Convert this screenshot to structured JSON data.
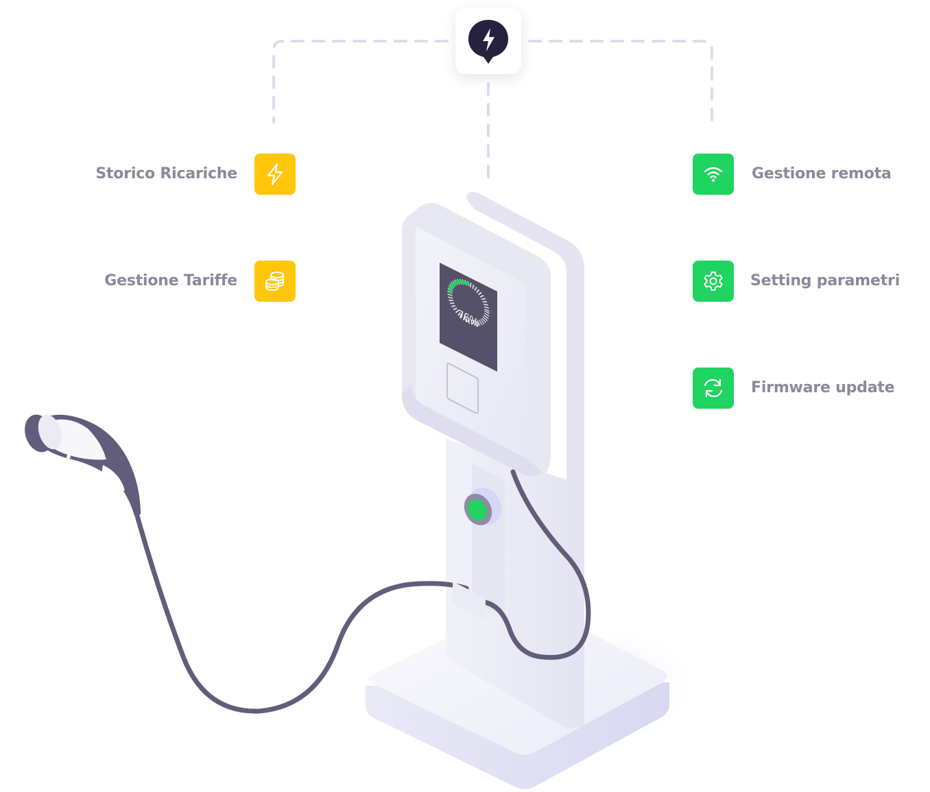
{
  "colors": {
    "yellow": "#FFC60B",
    "green": "#1FD460",
    "label": "#8A8A99",
    "navy": "#24223F",
    "cable": "#615D7A",
    "screen": "#555168",
    "column": "#EEEEF6",
    "connector": "#DCDCEE"
  },
  "hub": {
    "icon": "lightning-pin-icon"
  },
  "screen": {
    "percent": 76,
    "percent_label": "76%"
  },
  "features": {
    "left": [
      {
        "label": "Storico Ricariche",
        "icon": "lightning-icon",
        "color": "yellow"
      },
      {
        "label": "Gestione Tariffe",
        "icon": "coins-icon",
        "color": "yellow"
      }
    ],
    "right": [
      {
        "label": "Gestione remota",
        "icon": "wifi-icon",
        "color": "green"
      },
      {
        "label": "Setting parametri",
        "icon": "gear-icon",
        "color": "green"
      },
      {
        "label": "Firmware update",
        "icon": "refresh-icon",
        "color": "green"
      }
    ]
  }
}
